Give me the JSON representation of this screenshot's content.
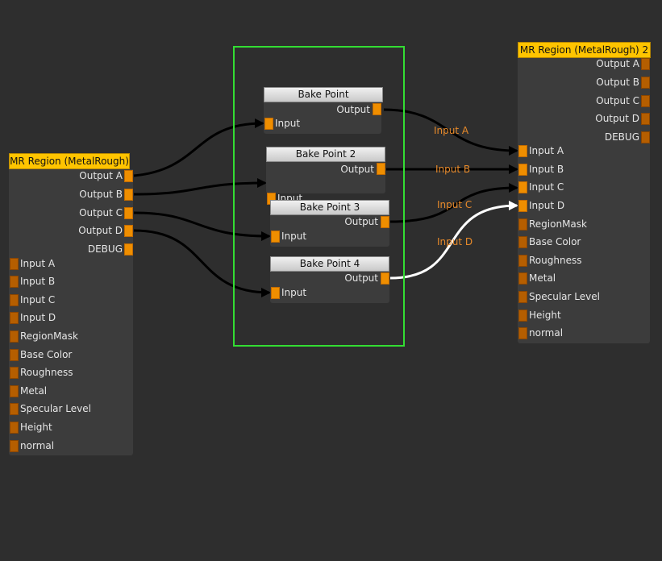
{
  "nodes": {
    "mr_left": {
      "title": "MR Region (MetalRough)",
      "outputs": [
        "Output A",
        "Output B",
        "Output C",
        "Output D",
        "DEBUG"
      ],
      "inputs": [
        "Input A",
        "Input B",
        "Input C",
        "Input D",
        "RegionMask",
        "Base Color",
        "Roughness",
        "Metal",
        "Specular Level",
        "Height",
        "normal"
      ]
    },
    "mr_right": {
      "title": "MR Region (MetalRough) 2",
      "outputs": [
        "Output A",
        "Output B",
        "Output C",
        "Output D",
        "DEBUG"
      ],
      "inputs": [
        "Input A",
        "Input B",
        "Input C",
        "Input D",
        "RegionMask",
        "Base Color",
        "Roughness",
        "Metal",
        "Specular Level",
        "Height",
        "normal"
      ]
    },
    "bake_points": [
      {
        "title": "Bake Point",
        "output": "Output",
        "input": "Input"
      },
      {
        "title": "Bake Point 2",
        "output": "Output",
        "input": "Input"
      },
      {
        "title": "Bake Point 3",
        "output": "Output",
        "input": "Input"
      },
      {
        "title": "Bake Point 4",
        "output": "Output",
        "input": "Input"
      }
    ]
  },
  "wire_labels": [
    "Input A",
    "Input B",
    "Input C",
    "Input D"
  ],
  "colors": {
    "background": "#2e2e2e",
    "node_body": "#3c3c3c",
    "mr_header": "#ffc400",
    "bake_header": "#dcdcdc",
    "port": "#ef8e00",
    "wire": "#000000",
    "wire_selected": "#ffffff",
    "wire_label": "#e88a2a",
    "group_frame": "#33dd33"
  }
}
